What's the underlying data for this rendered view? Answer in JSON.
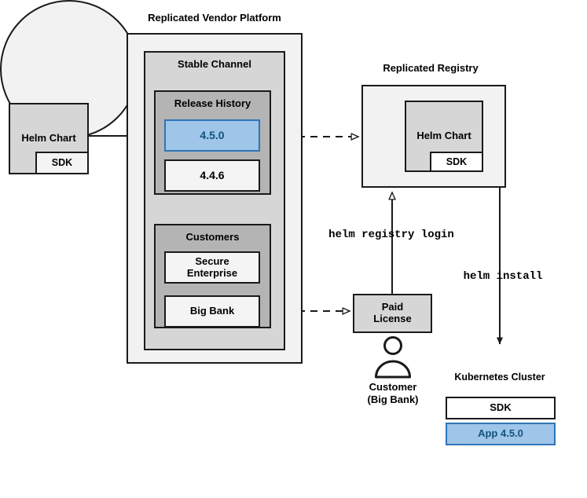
{
  "diagram": {
    "title": "Replicated Vendor Platform release and install flow",
    "colors": {
      "accent_blue_fill": "#9fc5e8",
      "accent_blue_border": "#2e75b6",
      "accent_blue_text": "#11537f",
      "stroke": "#1a1a1a",
      "fill_lightest": "#f2f2f2",
      "fill_mid": "#d6d6d6",
      "fill_dark": "#b4b4b4",
      "fill_white": "#ffffff"
    }
  },
  "source": {
    "helm_chart_label": "Helm Chart",
    "sdk_label": "SDK"
  },
  "vendor_platform": {
    "title": "Replicated Vendor Platform",
    "stable_channel": {
      "title": "Stable Channel",
      "release_history": {
        "title": "Release History",
        "releases": [
          {
            "version": "4.5.0",
            "highlighted": true
          },
          {
            "version": "4.4.6",
            "highlighted": false
          }
        ]
      },
      "customers": {
        "title": "Customers",
        "items": [
          {
            "name": "Secure\nEnterprise"
          },
          {
            "name": "Big Bank"
          }
        ]
      }
    }
  },
  "registry": {
    "title": "Replicated Registry",
    "helm_chart_label": "Helm Chart",
    "sdk_label": "SDK"
  },
  "license": {
    "paid_license_label": "Paid\nLicense",
    "customer_label": "Customer\n(Big Bank)"
  },
  "commands": {
    "registry_login": "helm registry login",
    "install": "helm install"
  },
  "cluster": {
    "title": "Kubernetes Cluster",
    "sdk_label": "SDK",
    "app_label": "App 4.5.0"
  }
}
